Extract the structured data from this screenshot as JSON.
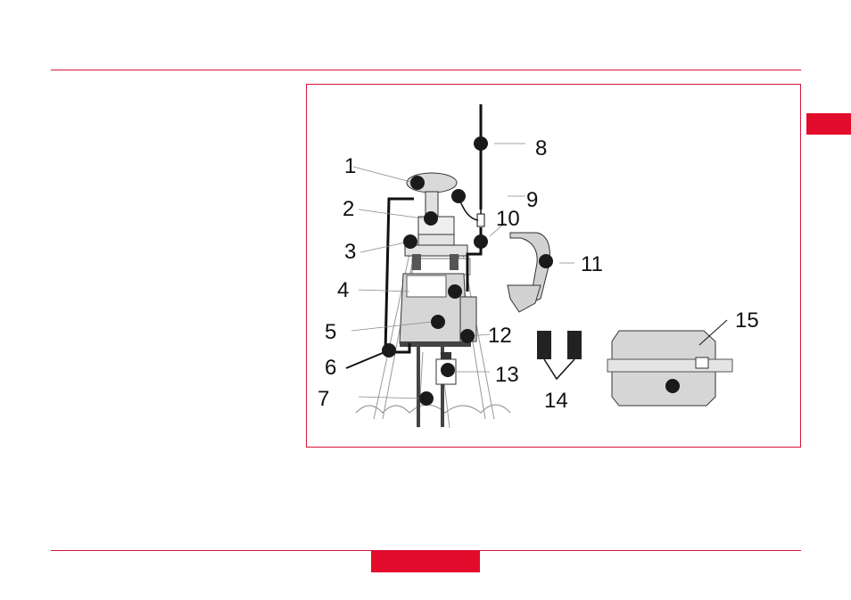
{
  "colors": {
    "accent": "#e30c2c",
    "rule": "#d4153a",
    "equipment_fill": "#d9d9d9",
    "marker": "#1a1a1a"
  },
  "figure": {
    "callouts": [
      "1",
      "2",
      "3",
      "4",
      "5",
      "6",
      "7",
      "8",
      "9",
      "10",
      "11",
      "12",
      "13",
      "14",
      "15"
    ]
  }
}
